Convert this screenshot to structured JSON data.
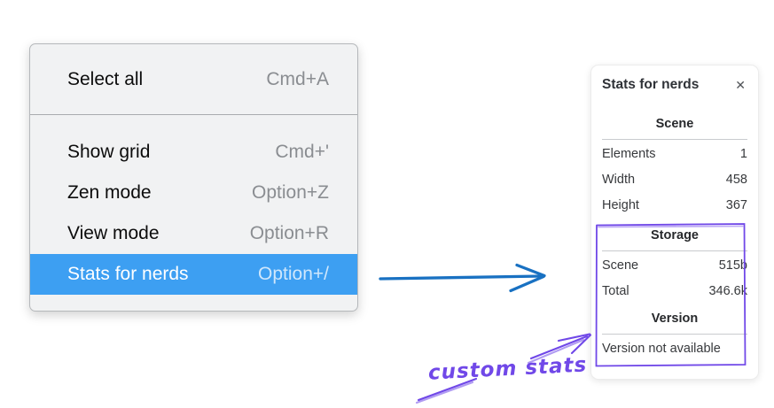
{
  "menu": {
    "group1": [
      {
        "label": "Select all",
        "shortcut": "Cmd+A"
      }
    ],
    "group2": [
      {
        "label": "Show grid",
        "shortcut": "Cmd+'"
      },
      {
        "label": "Zen mode",
        "shortcut": "Option+Z"
      },
      {
        "label": "View mode",
        "shortcut": "Option+R"
      },
      {
        "label": "Stats for nerds",
        "shortcut": "Option+/",
        "selected": true
      }
    ],
    "highlight_color": "#3d9ff2"
  },
  "panel": {
    "title": "Stats for nerds",
    "close_icon": "✕",
    "sections": [
      {
        "header": "Scene",
        "rows": [
          {
            "label": "Elements",
            "value": "1"
          },
          {
            "label": "Width",
            "value": "458"
          },
          {
            "label": "Height",
            "value": "367"
          }
        ]
      },
      {
        "header": "Storage",
        "rows": [
          {
            "label": "Scene",
            "value": "515b"
          },
          {
            "label": "Total",
            "value": "346.6k"
          }
        ]
      },
      {
        "header": "Version",
        "note": "Version not available"
      }
    ]
  },
  "annotations": {
    "label": "custom stats",
    "blue": "#1971c2",
    "purple": "#7048e8",
    "purple_light": "#9a7ef0"
  }
}
